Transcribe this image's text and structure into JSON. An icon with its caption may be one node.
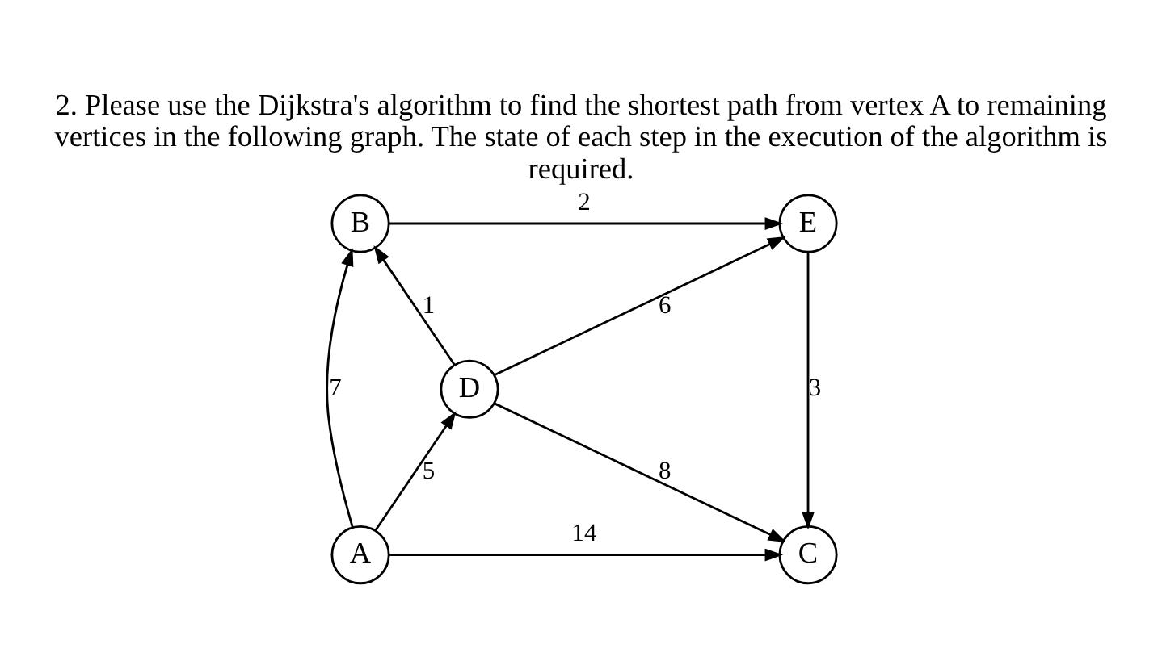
{
  "diagram": {
    "title": "2. Please use the Dijkstra's algorithm to find the shortest path from vertex A to remaining vertices in the following graph. The state of each step in the execution of the algorithm is required.",
    "nodes": [
      {
        "text": [
          "B"
        ]
      },
      {
        "text": [
          "E"
        ]
      },
      {
        "text": [
          "D"
        ]
      },
      {
        "text": [
          "A"
        ]
      },
      {
        "text": [
          "C"
        ]
      }
    ],
    "edges": [
      {
        "from": 0,
        "to": 1,
        "arrow": "to",
        "label": "2"
      },
      {
        "from": 2,
        "to": 0,
        "arrow": "to",
        "label": "1"
      },
      {
        "from": 2,
        "to": 1,
        "arrow": "to",
        "label": "6"
      },
      {
        "from": 3,
        "to": 0,
        "arrow": "to",
        "label": "7"
      },
      {
        "from": 1,
        "to": 4,
        "arrow": "to",
        "label": "3"
      },
      {
        "from": 3,
        "to": 2,
        "arrow": "to",
        "label": "5"
      },
      {
        "from": 2,
        "to": 4,
        "arrow": "to",
        "label": "8"
      },
      {
        "from": 3,
        "to": 4,
        "arrow": "to",
        "label": "14"
      }
    ]
  }
}
